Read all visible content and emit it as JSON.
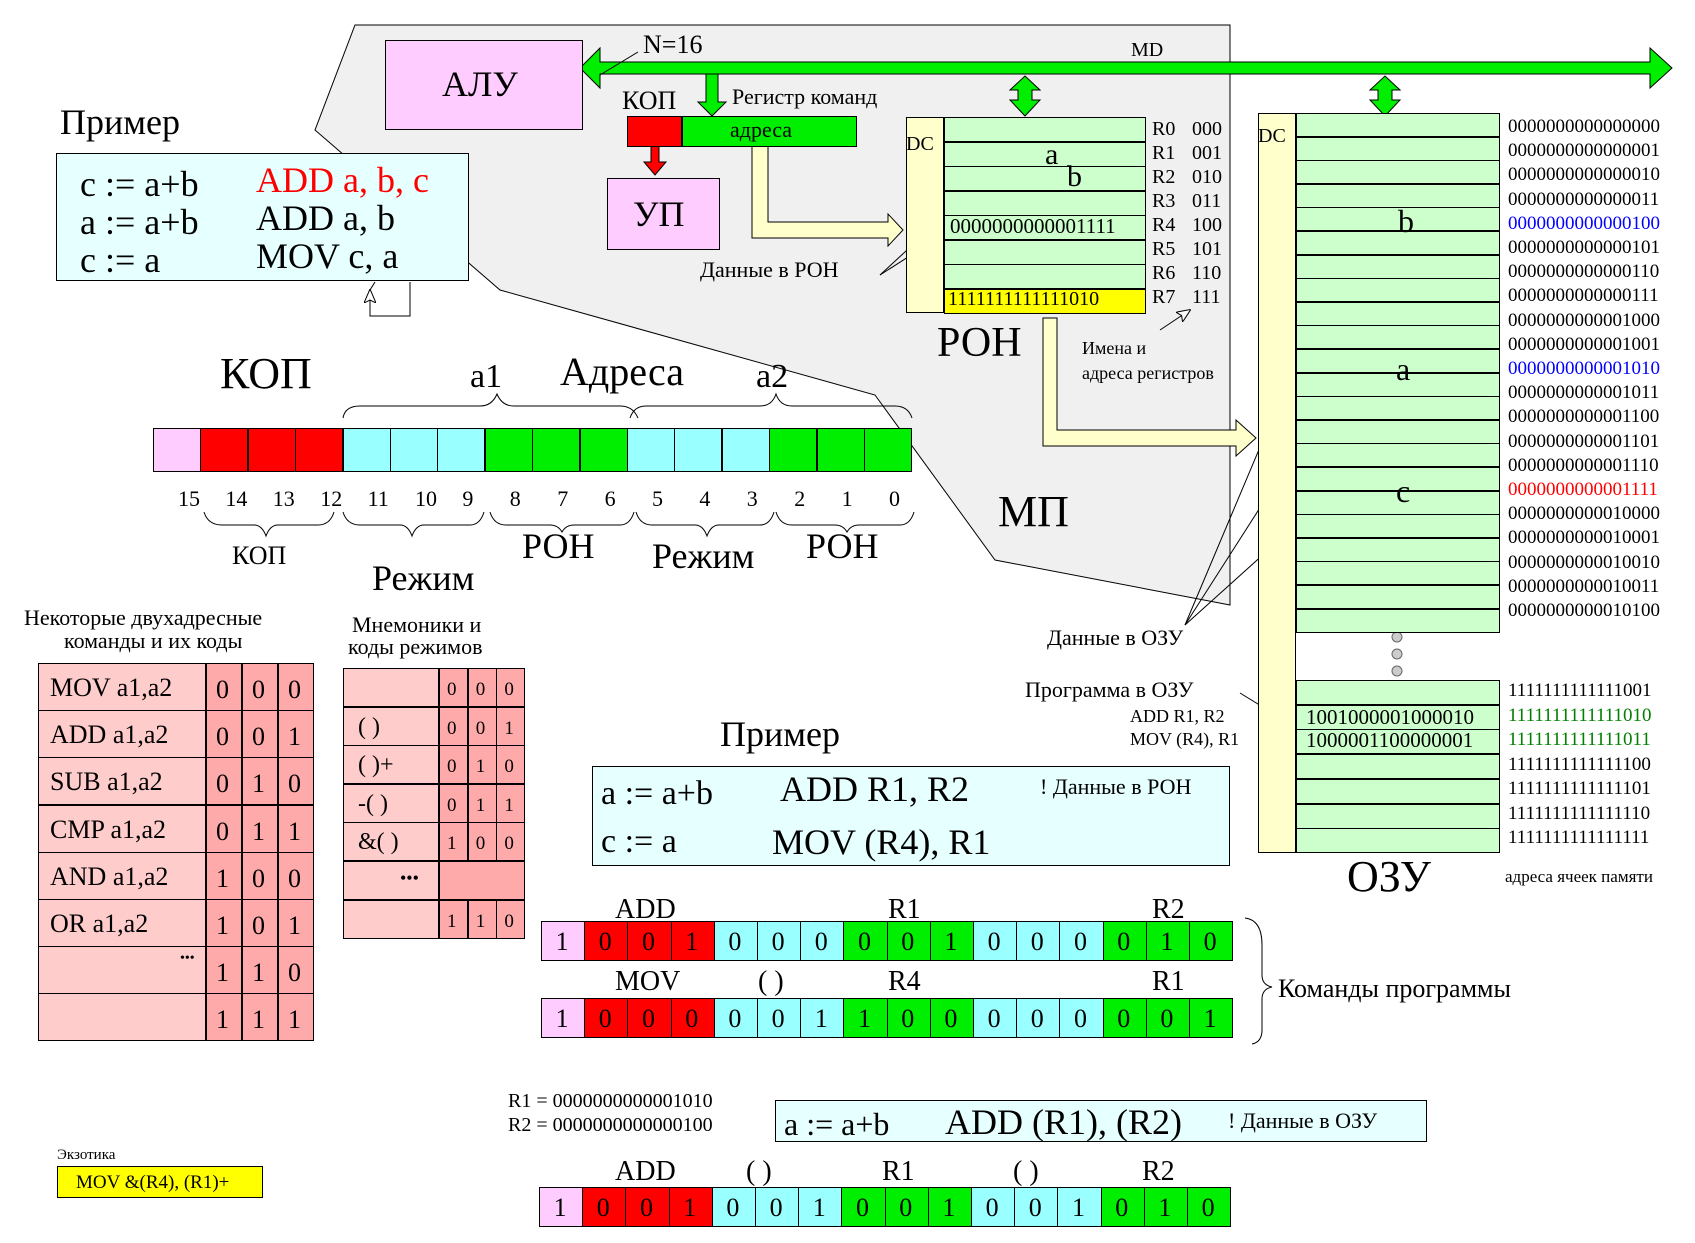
{
  "mp_label": "МП",
  "alu_label": "АЛУ",
  "up_label": "УП",
  "bus_width": "N=16",
  "bus_name": "MD",
  "cmd_register": {
    "kop": "КОП",
    "title": "Регистр команд",
    "addr": "адреса"
  },
  "ron": {
    "title": "РОН",
    "dc": "DC",
    "names": [
      "R0",
      "R1",
      "R2",
      "R3",
      "R4",
      "R5",
      "R6",
      "R7"
    ],
    "codes": [
      "000",
      "001",
      "010",
      "011",
      "100",
      "101",
      "110",
      "111"
    ],
    "content_a": "a",
    "content_b": "b",
    "value_r4": "0000000000001111",
    "value_r7": "1111111111111010",
    "data_label": "Данные в РОН",
    "names_caption_1": "Имена и",
    "names_caption_2": "адреса регистров"
  },
  "ozu": {
    "title": "ОЗУ",
    "dc": "DC",
    "label_b": "b",
    "label_a": "a",
    "label_c": "c",
    "data_label": "Данные в ОЗУ",
    "program_label": "Программа в ОЗУ",
    "prog_cmd1": "ADD R1, R2",
    "prog_cmd2": "MOV (R4), R1",
    "prog_val1": "1001000001000010",
    "prog_val2": "1000001100000001",
    "addresses_top": [
      "0000000000000000",
      "0000000000000001",
      "0000000000000010",
      "0000000000000011",
      "0000000000000100",
      "0000000000000101",
      "0000000000000110",
      "0000000000000111",
      "0000000000001000",
      "0000000000001001",
      "0000000000001010",
      "0000000000001011",
      "0000000000001100",
      "0000000000001101",
      "0000000000001110",
      "0000000000001111",
      "0000000000010000",
      "0000000000010001",
      "0000000000010010",
      "0000000000010011",
      "0000000000010100"
    ],
    "addresses_bottom": [
      "1111111111111001",
      "1111111111111010",
      "1111111111111011",
      "1111111111111100",
      "1111111111111101",
      "1111111111111110",
      "1111111111111111"
    ],
    "addr_caption": "адреса ячеек памяти",
    "blue": "#0000ff",
    "red": "#ff0000",
    "green": "#008000"
  },
  "example1": {
    "title": "Пример",
    "lines": [
      {
        "expr": "c := a+b",
        "cmd": "ADD  a, b, c"
      },
      {
        "expr": "a := a+b",
        "cmd": "ADD  a, b"
      },
      {
        "expr": "c := a",
        "cmd": "MOV c, a"
      }
    ]
  },
  "format": {
    "kop": "КОП",
    "addresses": "Адреса",
    "a1": "a1",
    "a2": "a2",
    "bits": [
      "15",
      "14",
      "13",
      "12",
      "11",
      "10",
      "9",
      "8",
      "7",
      "6",
      "5",
      "4",
      "3",
      "2",
      "1",
      "0"
    ],
    "kop_sub": "КОП",
    "mode1": "Режим",
    "ron1": "РОН",
    "mode2": "Режим",
    "ron2": "РОН"
  },
  "two_addr": {
    "title_1": "Некоторые двухадресные",
    "title_2": "команды и их коды",
    "rows": [
      {
        "name": "MOV a1,a2",
        "bits": [
          "0",
          "0",
          "0"
        ]
      },
      {
        "name": "ADD a1,a2",
        "bits": [
          "0",
          "0",
          "1"
        ]
      },
      {
        "name": "SUB  a1,a2",
        "bits": [
          "0",
          "1",
          "0"
        ]
      },
      {
        "name": "CMP a1,a2",
        "bits": [
          "0",
          "1",
          "1"
        ]
      },
      {
        "name": "AND a1,a2",
        "bits": [
          "1",
          "0",
          "0"
        ]
      },
      {
        "name": "OR    a1,a2",
        "bits": [
          "1",
          "0",
          "1"
        ]
      },
      {
        "name": "•••",
        "bits": [
          "1",
          "1",
          "0"
        ]
      },
      {
        "name": "",
        "bits": [
          "1",
          "1",
          "1"
        ]
      }
    ]
  },
  "modes": {
    "title_1": "Мнемоники и",
    "title_2": "коды режимов",
    "rows": [
      {
        "name": "",
        "bits": [
          "0",
          "0",
          "0"
        ]
      },
      {
        "name": "(  )",
        "bits": [
          "0",
          "0",
          "1"
        ]
      },
      {
        "name": "(  )+",
        "bits": [
          "0",
          "1",
          "0"
        ]
      },
      {
        "name": "-(  )",
        "bits": [
          "0",
          "1",
          "1"
        ]
      },
      {
        "name": "&(  )",
        "bits": [
          "1",
          "0",
          "0"
        ]
      },
      {
        "name": "•••",
        "bits": []
      },
      {
        "name": "",
        "bits": [
          "1",
          "1",
          "0"
        ]
      }
    ]
  },
  "example2": {
    "title": "Пример",
    "line1_expr": "a := a+b",
    "line1_cmd": "ADD  R1, R2",
    "line1_note": "! Данные в РОН",
    "line2_expr": "c := a",
    "line2_cmd": "MOV (R4), R1"
  },
  "program": {
    "caption": "Команды программы",
    "cmd1_labels": [
      "ADD",
      "R1",
      "R2"
    ],
    "cmd1_bits": [
      "1",
      "0",
      "0",
      "1",
      "0",
      "0",
      "0",
      "0",
      "0",
      "1",
      "0",
      "0",
      "0",
      "0",
      "1",
      "0"
    ],
    "cmd2_labels": [
      "MOV",
      "(  )",
      "R4",
      "R1"
    ],
    "cmd2_bits": [
      "1",
      "0",
      "0",
      "0",
      "0",
      "0",
      "1",
      "1",
      "0",
      "0",
      "0",
      "0",
      "0",
      "0",
      "0",
      "1"
    ]
  },
  "example3": {
    "r1": "R1  =  0000000000001010",
    "r2": "R2  =  0000000000000100",
    "expr": "a := a+b",
    "cmd": "ADD (R1), (R2)",
    "note": "! Данные в ОЗУ",
    "labels": [
      "ADD",
      "(  )",
      "R1",
      "(  )",
      "R2"
    ],
    "bits": [
      "1",
      "0",
      "0",
      "1",
      "0",
      "0",
      "1",
      "0",
      "0",
      "1",
      "0",
      "0",
      "1",
      "0",
      "1",
      "0"
    ]
  },
  "exotic": {
    "title": "Экзотика",
    "cmd": "MOV &(R4), (R1)+"
  },
  "colors": {
    "pink": "#ffccff",
    "red": "#ff0000",
    "cyan": "#99ffff",
    "green": "#00ee00",
    "light_green": "#ccffcc",
    "yellow": "#ffff00",
    "pale_yellow": "#ffffcc",
    "light_cyan": "#e6ffff",
    "salmon": "#ffcccc",
    "gray": "#f0f0f0"
  }
}
